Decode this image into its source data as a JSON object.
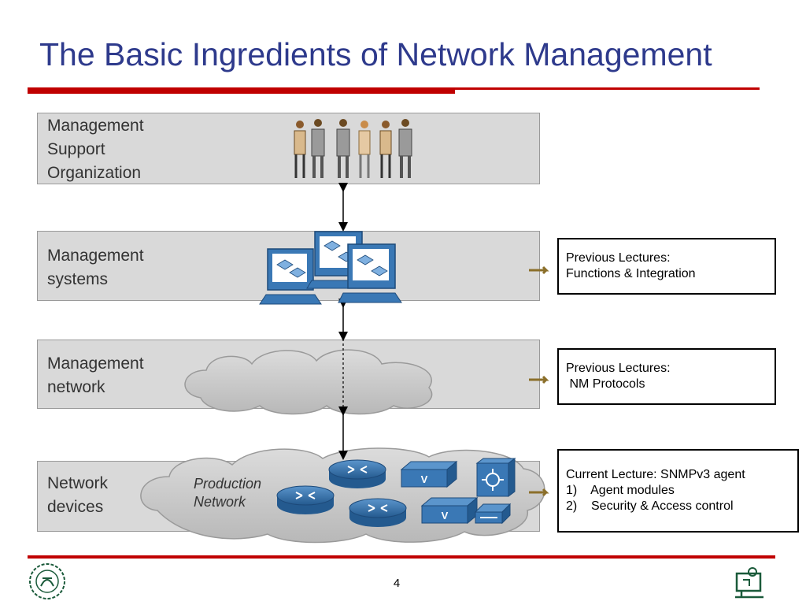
{
  "slide": {
    "title": "The Basic Ingredients of Network Management",
    "page_number": "4"
  },
  "layers": [
    {
      "label": "Management\nSupport\nOrganization"
    },
    {
      "label": "Management\nsystems"
    },
    {
      "label": "Management\nnetwork"
    },
    {
      "label": "Network\ndevices"
    }
  ],
  "production_cloud": {
    "label": "Production\nNetwork"
  },
  "callouts": [
    {
      "lines": [
        "Previous Lectures:",
        "Functions & Integration"
      ]
    },
    {
      "lines": [
        "Previous Lectures:",
        " NM Protocols"
      ]
    },
    {
      "lines": [
        "Current Lecture: SNMPv3 agent",
        "1)    Agent modules",
        "2)    Security & Access control"
      ]
    }
  ],
  "colors": {
    "title": "#2e3a8c",
    "rule": "#c00000",
    "layer_fill": "#d9d9d9",
    "cloud": "#c8c8c8",
    "device_blue": "#3a78b5",
    "arrow": "#8b6f2a"
  },
  "icons": [
    "people-group-icon",
    "workstation-icon",
    "router-icon",
    "switch-icon",
    "university-seal-logo",
    "department-logo"
  ]
}
